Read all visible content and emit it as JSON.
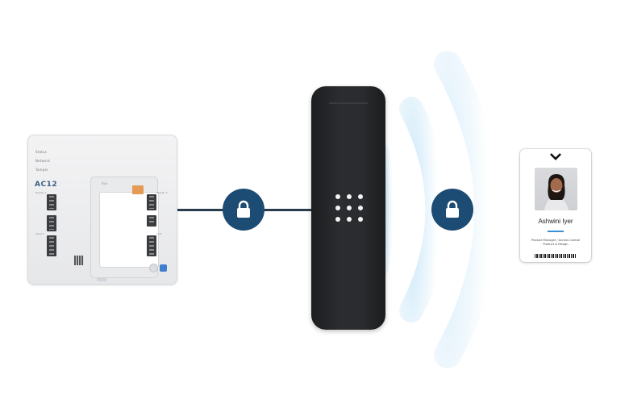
{
  "controller": {
    "brand": "AC12",
    "status_labels": [
      "Status",
      "Network",
      "Tamper"
    ],
    "window_label": "Aux",
    "left_terminal_labels": [
      "Reader 1",
      "Input 1"
    ],
    "right_terminal_labels": [
      "Reader 2",
      "Lock"
    ]
  },
  "badge": {
    "name": "Ashwini Iyer",
    "role_line1": "Product Manager / Access Control",
    "role_line2": "Product & Design"
  },
  "colors": {
    "lock_badge": "#1c4b73",
    "wire": "#2b3b4e",
    "reader": "#2a2b2e",
    "wave": "#9fd3f2",
    "accent": "#3a8fd6"
  },
  "icons": [
    "lock-icon",
    "lock-icon",
    "brand-logo-icon"
  ]
}
